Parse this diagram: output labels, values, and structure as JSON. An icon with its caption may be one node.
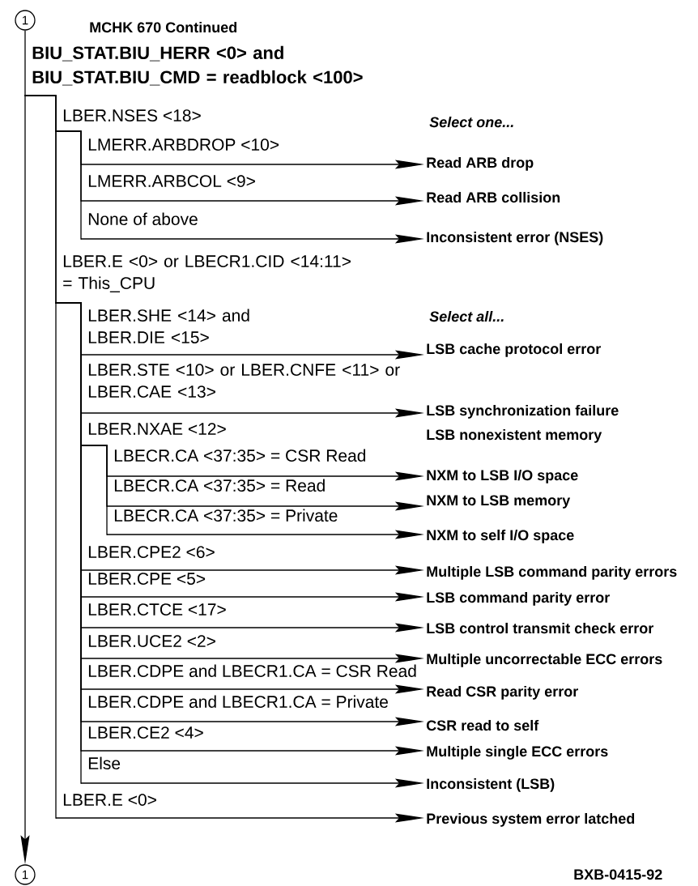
{
  "diagram": {
    "title": "MCHK 670 Continued",
    "nodes": [
      {
        "text": [
          "1"
        ]
      },
      {
        "text": [
          "BIU_STAT.BIU_HERR <0> and BIU_STAT.BIU_CMD = readblock <100>"
        ]
      },
      {
        "text": [
          "LBER.NSES <18>"
        ]
      },
      {
        "text": [
          "LMERR.ARBDROP <10>"
        ]
      },
      {
        "text": [
          "Read ARB drop"
        ]
      },
      {
        "text": [
          "LMERR.ARBCOL <9>"
        ]
      },
      {
        "text": [
          "Read ARB collision"
        ]
      },
      {
        "text": [
          "None of above"
        ]
      },
      {
        "text": [
          "Inconsistent error (NSES)"
        ]
      },
      {
        "text": [
          "LBER.E <0> or LBECR1.CID <14:11> = This_CPU"
        ]
      },
      {
        "text": [
          "LBER.SHE <14> and LBER.DIE <15>"
        ]
      },
      {
        "text": [
          "LSB cache protocol error"
        ]
      },
      {
        "text": [
          "LBER.STE <10> or LBER.CNFE <11> or LBER.CAE <13>"
        ]
      },
      {
        "text": [
          "LSB synchronization failure"
        ]
      },
      {
        "text": [
          "LBER.NXAE <12>"
        ]
      },
      {
        "text": [
          "LSB nonexistent memory"
        ]
      },
      {
        "text": [
          "LBECR.CA <37:35> = CSR Read"
        ]
      },
      {
        "text": [
          "NXM to LSB I/O space"
        ]
      },
      {
        "text": [
          "LBECR.CA <37:35> = Read"
        ]
      },
      {
        "text": [
          "NXM to LSB memory"
        ]
      },
      {
        "text": [
          "LBECR.CA <37:35> = Private"
        ]
      },
      {
        "text": [
          "NXM to self I/O space"
        ]
      },
      {
        "text": [
          "LBER.CPE2 <6>"
        ]
      },
      {
        "text": [
          "Multiple LSB command parity errors"
        ]
      },
      {
        "text": [
          "LBER.CPE <5>"
        ]
      },
      {
        "text": [
          "LSB command parity error"
        ]
      },
      {
        "text": [
          "LBER.CTCE <17>"
        ]
      },
      {
        "text": [
          "LSB control transmit check error"
        ]
      },
      {
        "text": [
          "LBER.UCE2 <2>"
        ]
      },
      {
        "text": [
          "Multiple uncorrectable ECC errors"
        ]
      },
      {
        "text": [
          "LBER.CDPE and LBECR1.CA = CSR Read"
        ]
      },
      {
        "text": [
          "Read CSR parity error"
        ]
      },
      {
        "text": [
          "LBER.CDPE and LBECR1.CA = Private"
        ]
      },
      {
        "text": [
          "CSR read to self"
        ]
      },
      {
        "text": [
          "LBER.CE2 <4>"
        ]
      },
      {
        "text": [
          "Multiple single ECC errors"
        ]
      },
      {
        "text": [
          "Else"
        ]
      },
      {
        "text": [
          "Inconsistent (LSB)"
        ]
      },
      {
        "text": [
          "LBER.E <0>"
        ]
      },
      {
        "text": [
          "Previous system error latched"
        ]
      },
      {
        "text": [
          "1"
        ]
      }
    ],
    "edges": [
      {
        "from": 0,
        "to": 40,
        "arrow": "to"
      },
      {
        "from": 1,
        "to": 2,
        "arrow": "none"
      },
      {
        "from": 1,
        "to": 9,
        "arrow": "none"
      },
      {
        "from": 1,
        "to": 38,
        "arrow": "none"
      },
      {
        "from": 2,
        "to": 3,
        "arrow": "none"
      },
      {
        "from": 2,
        "to": 5,
        "arrow": "none"
      },
      {
        "from": 2,
        "to": 7,
        "arrow": "none"
      },
      {
        "from": 3,
        "to": 4,
        "arrow": "to"
      },
      {
        "from": 5,
        "to": 6,
        "arrow": "to"
      },
      {
        "from": 7,
        "to": 8,
        "arrow": "to"
      },
      {
        "from": 9,
        "to": 10,
        "arrow": "none"
      },
      {
        "from": 9,
        "to": 12,
        "arrow": "none"
      },
      {
        "from": 9,
        "to": 14,
        "arrow": "none"
      },
      {
        "from": 9,
        "to": 22,
        "arrow": "none"
      },
      {
        "from": 9,
        "to": 24,
        "arrow": "none"
      },
      {
        "from": 9,
        "to": 26,
        "arrow": "none"
      },
      {
        "from": 9,
        "to": 28,
        "arrow": "none"
      },
      {
        "from": 9,
        "to": 30,
        "arrow": "none"
      },
      {
        "from": 9,
        "to": 32,
        "arrow": "none"
      },
      {
        "from": 9,
        "to": 34,
        "arrow": "none"
      },
      {
        "from": 9,
        "to": 36,
        "arrow": "none"
      },
      {
        "from": 10,
        "to": 11,
        "arrow": "to"
      },
      {
        "from": 12,
        "to": 13,
        "arrow": "to"
      },
      {
        "from": 14,
        "to": 16,
        "arrow": "none"
      },
      {
        "from": 14,
        "to": 18,
        "arrow": "none"
      },
      {
        "from": 14,
        "to": 20,
        "arrow": "none"
      },
      {
        "from": 16,
        "to": 17,
        "arrow": "to"
      },
      {
        "from": 18,
        "to": 19,
        "arrow": "to"
      },
      {
        "from": 20,
        "to": 21,
        "arrow": "to"
      },
      {
        "from": 22,
        "to": 23,
        "arrow": "to"
      },
      {
        "from": 24,
        "to": 25,
        "arrow": "to"
      },
      {
        "from": 26,
        "to": 27,
        "arrow": "to"
      },
      {
        "from": 28,
        "to": 29,
        "arrow": "to"
      },
      {
        "from": 30,
        "to": 31,
        "arrow": "to"
      },
      {
        "from": 32,
        "to": 33,
        "arrow": "to"
      },
      {
        "from": 34,
        "to": 35,
        "arrow": "to"
      },
      {
        "from": 36,
        "to": 37,
        "arrow": "to"
      },
      {
        "from": 38,
        "to": 39,
        "arrow": "to"
      }
    ],
    "labels": [
      "Select one...",
      "Select all...",
      "BXB-0415-92"
    ]
  }
}
